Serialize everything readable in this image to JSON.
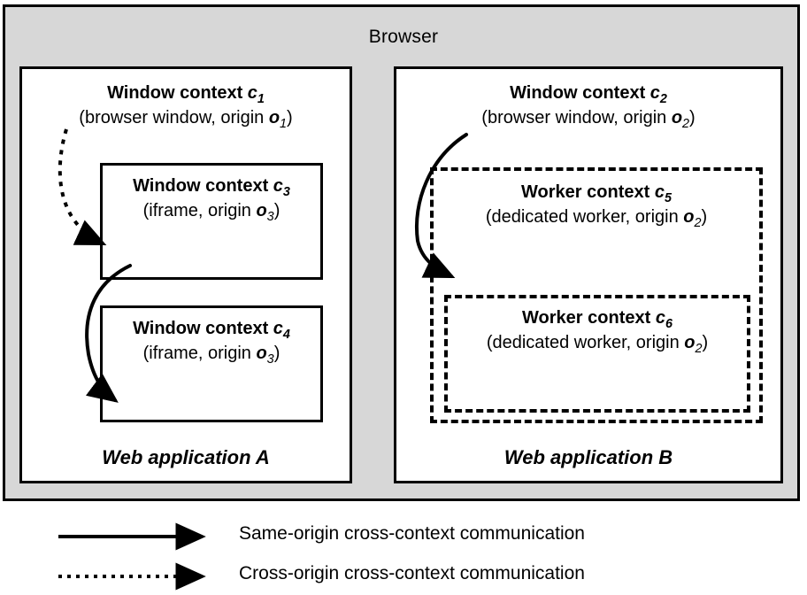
{
  "browser": {
    "title": "Browser"
  },
  "applications": [
    {
      "id": "app-a",
      "label": "Web application A",
      "root_context": {
        "title_prefix": "Window context ",
        "id": "c",
        "index": "1",
        "subtitle_prefix": "(browser window, origin ",
        "origin": "o",
        "origin_index": "1",
        "subtitle_suffix": ")"
      },
      "children": [
        {
          "id": "c3",
          "title_prefix": "Window context ",
          "ident": "c",
          "index": "3",
          "subtitle_prefix": "(iframe, origin ",
          "origin": "o",
          "origin_index": "3",
          "subtitle_suffix": ")"
        },
        {
          "id": "c4",
          "title_prefix": "Window context ",
          "ident": "c",
          "index": "4",
          "subtitle_prefix": "(iframe, origin ",
          "origin": "o",
          "origin_index": "3",
          "subtitle_suffix": ")"
        }
      ]
    },
    {
      "id": "app-b",
      "label": "Web application B",
      "root_context": {
        "title_prefix": "Window context ",
        "id": "c",
        "index": "2",
        "subtitle_prefix": "(browser window, origin ",
        "origin": "o",
        "origin_index": "2",
        "subtitle_suffix": ")"
      },
      "children": [
        {
          "id": "c5",
          "title_prefix": "Worker context ",
          "ident": "c",
          "index": "5",
          "subtitle_prefix": "(dedicated worker, origin ",
          "origin": "o",
          "origin_index": "2",
          "subtitle_suffix": ")"
        },
        {
          "id": "c6",
          "title_prefix": "Worker context ",
          "ident": "c",
          "index": "6",
          "subtitle_prefix": "(dedicated worker, origin ",
          "origin": "o",
          "origin_index": "2",
          "subtitle_suffix": ")"
        }
      ]
    }
  ],
  "legend": [
    {
      "style": "solid",
      "label": "Same-origin cross-context communication"
    },
    {
      "style": "dotted",
      "label": "Cross-origin cross-context communication"
    }
  ],
  "colors": {
    "browser_fill": "#d7d7d7",
    "panel_fill": "#ffffff",
    "stroke": "#000000",
    "page_background": "#ffffff"
  }
}
